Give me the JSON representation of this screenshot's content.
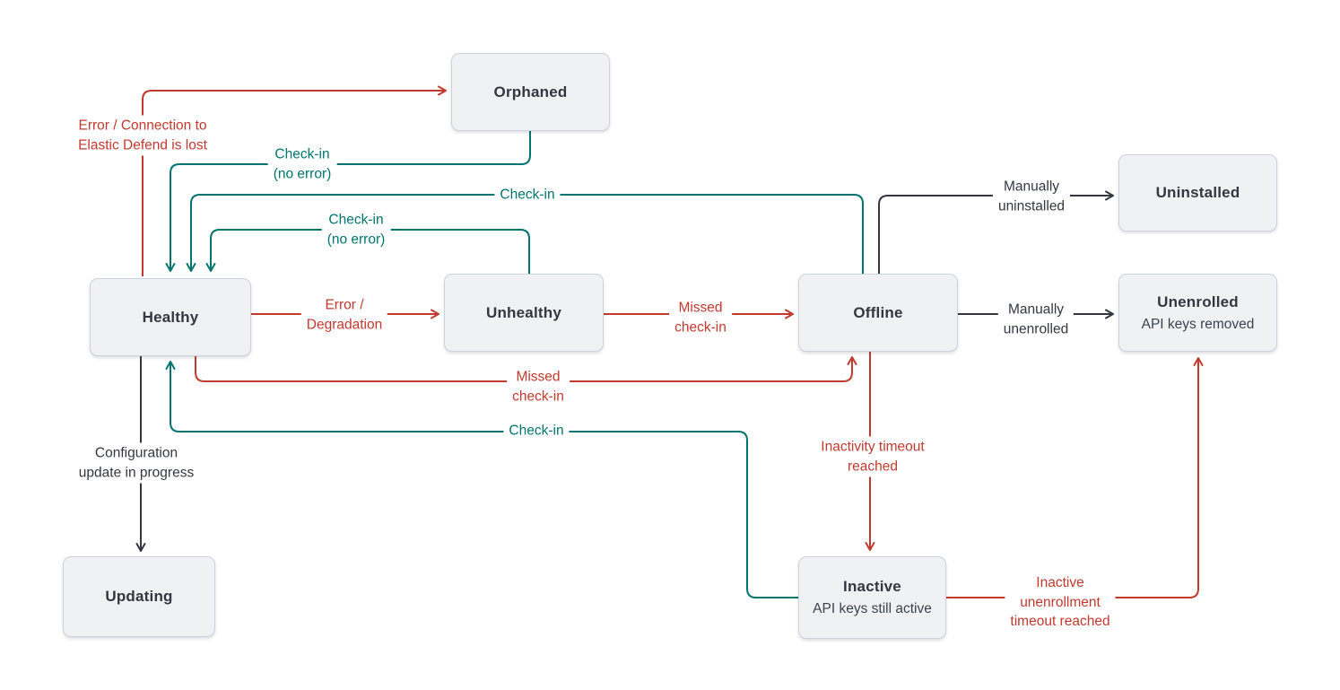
{
  "colors": {
    "error_red": "#c13a2f",
    "checkin_teal": "#00756e",
    "neutral_dark": "#343741",
    "node_fill": "#f0f1f2",
    "node_border": "#cbd3e0",
    "background": "#ffffff"
  },
  "nodes": {
    "orphaned": {
      "title": "Orphaned"
    },
    "healthy": {
      "title": "Healthy"
    },
    "unhealthy": {
      "title": "Unhealthy"
    },
    "offline": {
      "title": "Offline"
    },
    "uninstalled": {
      "title": "Uninstalled"
    },
    "unenrolled": {
      "title": "Unenrolled",
      "subtitle": "API keys removed"
    },
    "updating": {
      "title": "Updating"
    },
    "inactive": {
      "title": "Inactive",
      "subtitle": "API keys still active"
    }
  },
  "edges": {
    "healthy_to_orphaned": {
      "from": "Healthy",
      "to": "Orphaned",
      "color": "error_red",
      "lines": [
        "Error / Connection to",
        "Elastic Defend is lost"
      ]
    },
    "orphaned_to_healthy": {
      "from": "Orphaned",
      "to": "Healthy",
      "color": "checkin_teal",
      "lines": [
        "Check-in",
        "(no error)"
      ]
    },
    "offline_to_healthy": {
      "from": "Offline",
      "to": "Healthy",
      "color": "checkin_teal",
      "lines": [
        "Check-in"
      ]
    },
    "unhealthy_to_healthy": {
      "from": "Unhealthy",
      "to": "Healthy",
      "color": "checkin_teal",
      "lines": [
        "Check-in",
        "(no error)"
      ]
    },
    "healthy_to_unhealthy": {
      "from": "Healthy",
      "to": "Unhealthy",
      "color": "error_red",
      "lines": [
        "Error /",
        "Degradation"
      ]
    },
    "unhealthy_to_offline": {
      "from": "Unhealthy",
      "to": "Offline",
      "color": "error_red",
      "lines": [
        "Missed",
        "check-in"
      ]
    },
    "healthy_to_offline": {
      "from": "Healthy",
      "to": "Offline",
      "color": "error_red",
      "lines": [
        "Missed",
        "check-in"
      ]
    },
    "inactive_to_healthy": {
      "from": "Inactive",
      "to": "Healthy",
      "color": "checkin_teal",
      "lines": [
        "Check-in"
      ]
    },
    "healthy_to_updating": {
      "from": "Healthy",
      "to": "Updating",
      "color": "neutral_dark",
      "lines": [
        "Configuration",
        "update in progress"
      ]
    },
    "offline_to_uninstalled": {
      "from": "Offline",
      "to": "Uninstalled",
      "color": "neutral_dark",
      "lines": [
        "Manually",
        "uninstalled"
      ]
    },
    "offline_to_unenrolled": {
      "from": "Offline",
      "to": "Unenrolled",
      "color": "neutral_dark",
      "lines": [
        "Manually",
        "unenrolled"
      ]
    },
    "offline_to_inactive": {
      "from": "Offline",
      "to": "Inactive",
      "color": "error_red",
      "lines": [
        "Inactivity timeout",
        "reached"
      ]
    },
    "inactive_to_unenrolled": {
      "from": "Inactive",
      "to": "Unenrolled",
      "color": "error_red",
      "lines": [
        "Inactive",
        "unenrollment",
        "timeout reached"
      ]
    }
  }
}
